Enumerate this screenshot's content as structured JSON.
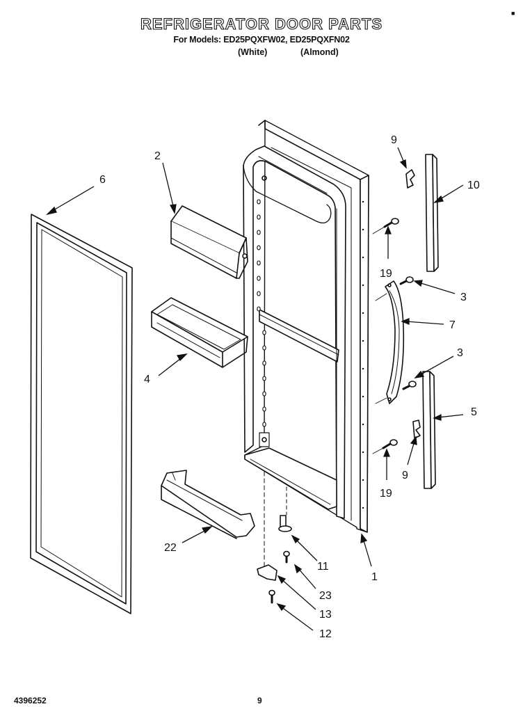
{
  "header": {
    "title": "REFRIGERATOR DOOR PARTS",
    "subtitle": "For Models: ED25PQXFW02, ED25PQXFN02",
    "variant_white": "(White)",
    "variant_almond": "(Almond)"
  },
  "callouts": [
    "6",
    "2",
    "4",
    "22",
    "9",
    "10",
    "19",
    "3",
    "7",
    "3",
    "5",
    "9",
    "19",
    "11",
    "1",
    "23",
    "13",
    "12"
  ],
  "footer": {
    "doc_number": "4396252",
    "page_number": "9"
  },
  "corner_mark": "■"
}
